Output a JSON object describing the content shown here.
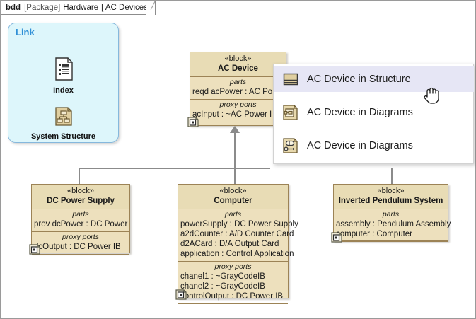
{
  "header": {
    "kind": "bdd",
    "package_tag": "[Package]",
    "package_name": "Hardware",
    "scope": "[ AC Devices]"
  },
  "link_panel": {
    "title": "Link",
    "items": [
      {
        "label": "Index",
        "icon": "document-icon"
      },
      {
        "label": "System Structure",
        "icon": "hierarchy-icon"
      }
    ]
  },
  "blocks": [
    {
      "id": "ac-device",
      "stereotype": "«block»",
      "name": "AC Device",
      "compartments": [
        {
          "title": "parts",
          "rows": [
            "reqd acPower : AC Po"
          ]
        },
        {
          "title": "proxy ports",
          "rows": [
            "acInput : ~AC Power I"
          ]
        }
      ]
    },
    {
      "id": "dc-power-supply",
      "stereotype": "«block»",
      "name": "DC Power Supply",
      "compartments": [
        {
          "title": "parts",
          "rows": [
            "prov dcPower : DC Power"
          ]
        },
        {
          "title": "proxy ports",
          "rows": [
            "dcOutput : DC Power IB"
          ]
        }
      ]
    },
    {
      "id": "computer",
      "stereotype": "«block»",
      "name": "Computer",
      "compartments": [
        {
          "title": "parts",
          "rows": [
            "powerSupply : DC Power Supply",
            "a2dCounter : A/D Counter Card",
            "d2ACard : D/A Output Card",
            "application : Control Application"
          ]
        },
        {
          "title": "proxy ports",
          "rows": [
            "chanel1 : ~GrayCodeIB",
            "chanel2 : ~GrayCodeIB",
            "controlOutput : DC Power IB"
          ]
        }
      ]
    },
    {
      "id": "inverted-pendulum",
      "stereotype": "«block»",
      "name": "Inverted Pendulum System",
      "compartments": [
        {
          "title": "parts",
          "rows": [
            "assembly : Pendulum Assembly",
            "computer : Computer"
          ]
        }
      ]
    }
  ],
  "popup_menu": {
    "items": [
      {
        "label": "AC Device in Structure",
        "icon": "block-icon",
        "selected": true
      },
      {
        "label": "AC Device in Diagrams",
        "icon": "ibd-diagram-icon",
        "selected": false
      },
      {
        "label": "AC Device in Diagrams",
        "icon": "state-diagram-icon",
        "selected": false
      }
    ]
  },
  "colors": {
    "block_fill": "#ede0bd",
    "block_border": "#9c8356",
    "link_panel_fill": "#ddf6fb",
    "link_panel_border": "#85b8dd",
    "link_title": "#2f8fd6",
    "menu_highlight": "#e6e6f5",
    "connector": "#8b8b8b"
  }
}
